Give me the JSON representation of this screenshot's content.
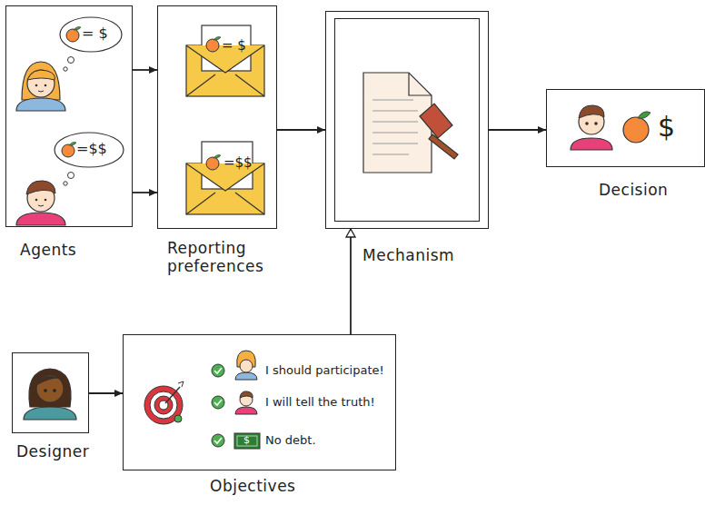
{
  "diagram": {
    "nodes": [
      {
        "text": [
          "Agents"
        ]
      },
      {
        "text": [
          "Reporting preferences"
        ]
      },
      {
        "text": [
          "Mechanism"
        ]
      },
      {
        "text": [
          "Decision"
        ]
      },
      {
        "text": [
          "Designer"
        ]
      },
      {
        "text": [
          "Objectives",
          "I should participate!",
          "I will tell the truth!",
          "No debt."
        ]
      }
    ],
    "edges": [
      {
        "from": 0,
        "to": 1,
        "arrow": "to"
      },
      {
        "from": 0,
        "to": 1,
        "arrow": "to"
      },
      {
        "from": 1,
        "to": 2,
        "arrow": "to"
      },
      {
        "from": 2,
        "to": 3,
        "arrow": "to"
      },
      {
        "from": 4,
        "to": 5,
        "arrow": "to"
      },
      {
        "from": 5,
        "to": 2,
        "arrow": "to"
      }
    ],
    "labels": [
      "= $",
      "=$$",
      "= $",
      "=$$",
      "$",
      "$"
    ]
  }
}
